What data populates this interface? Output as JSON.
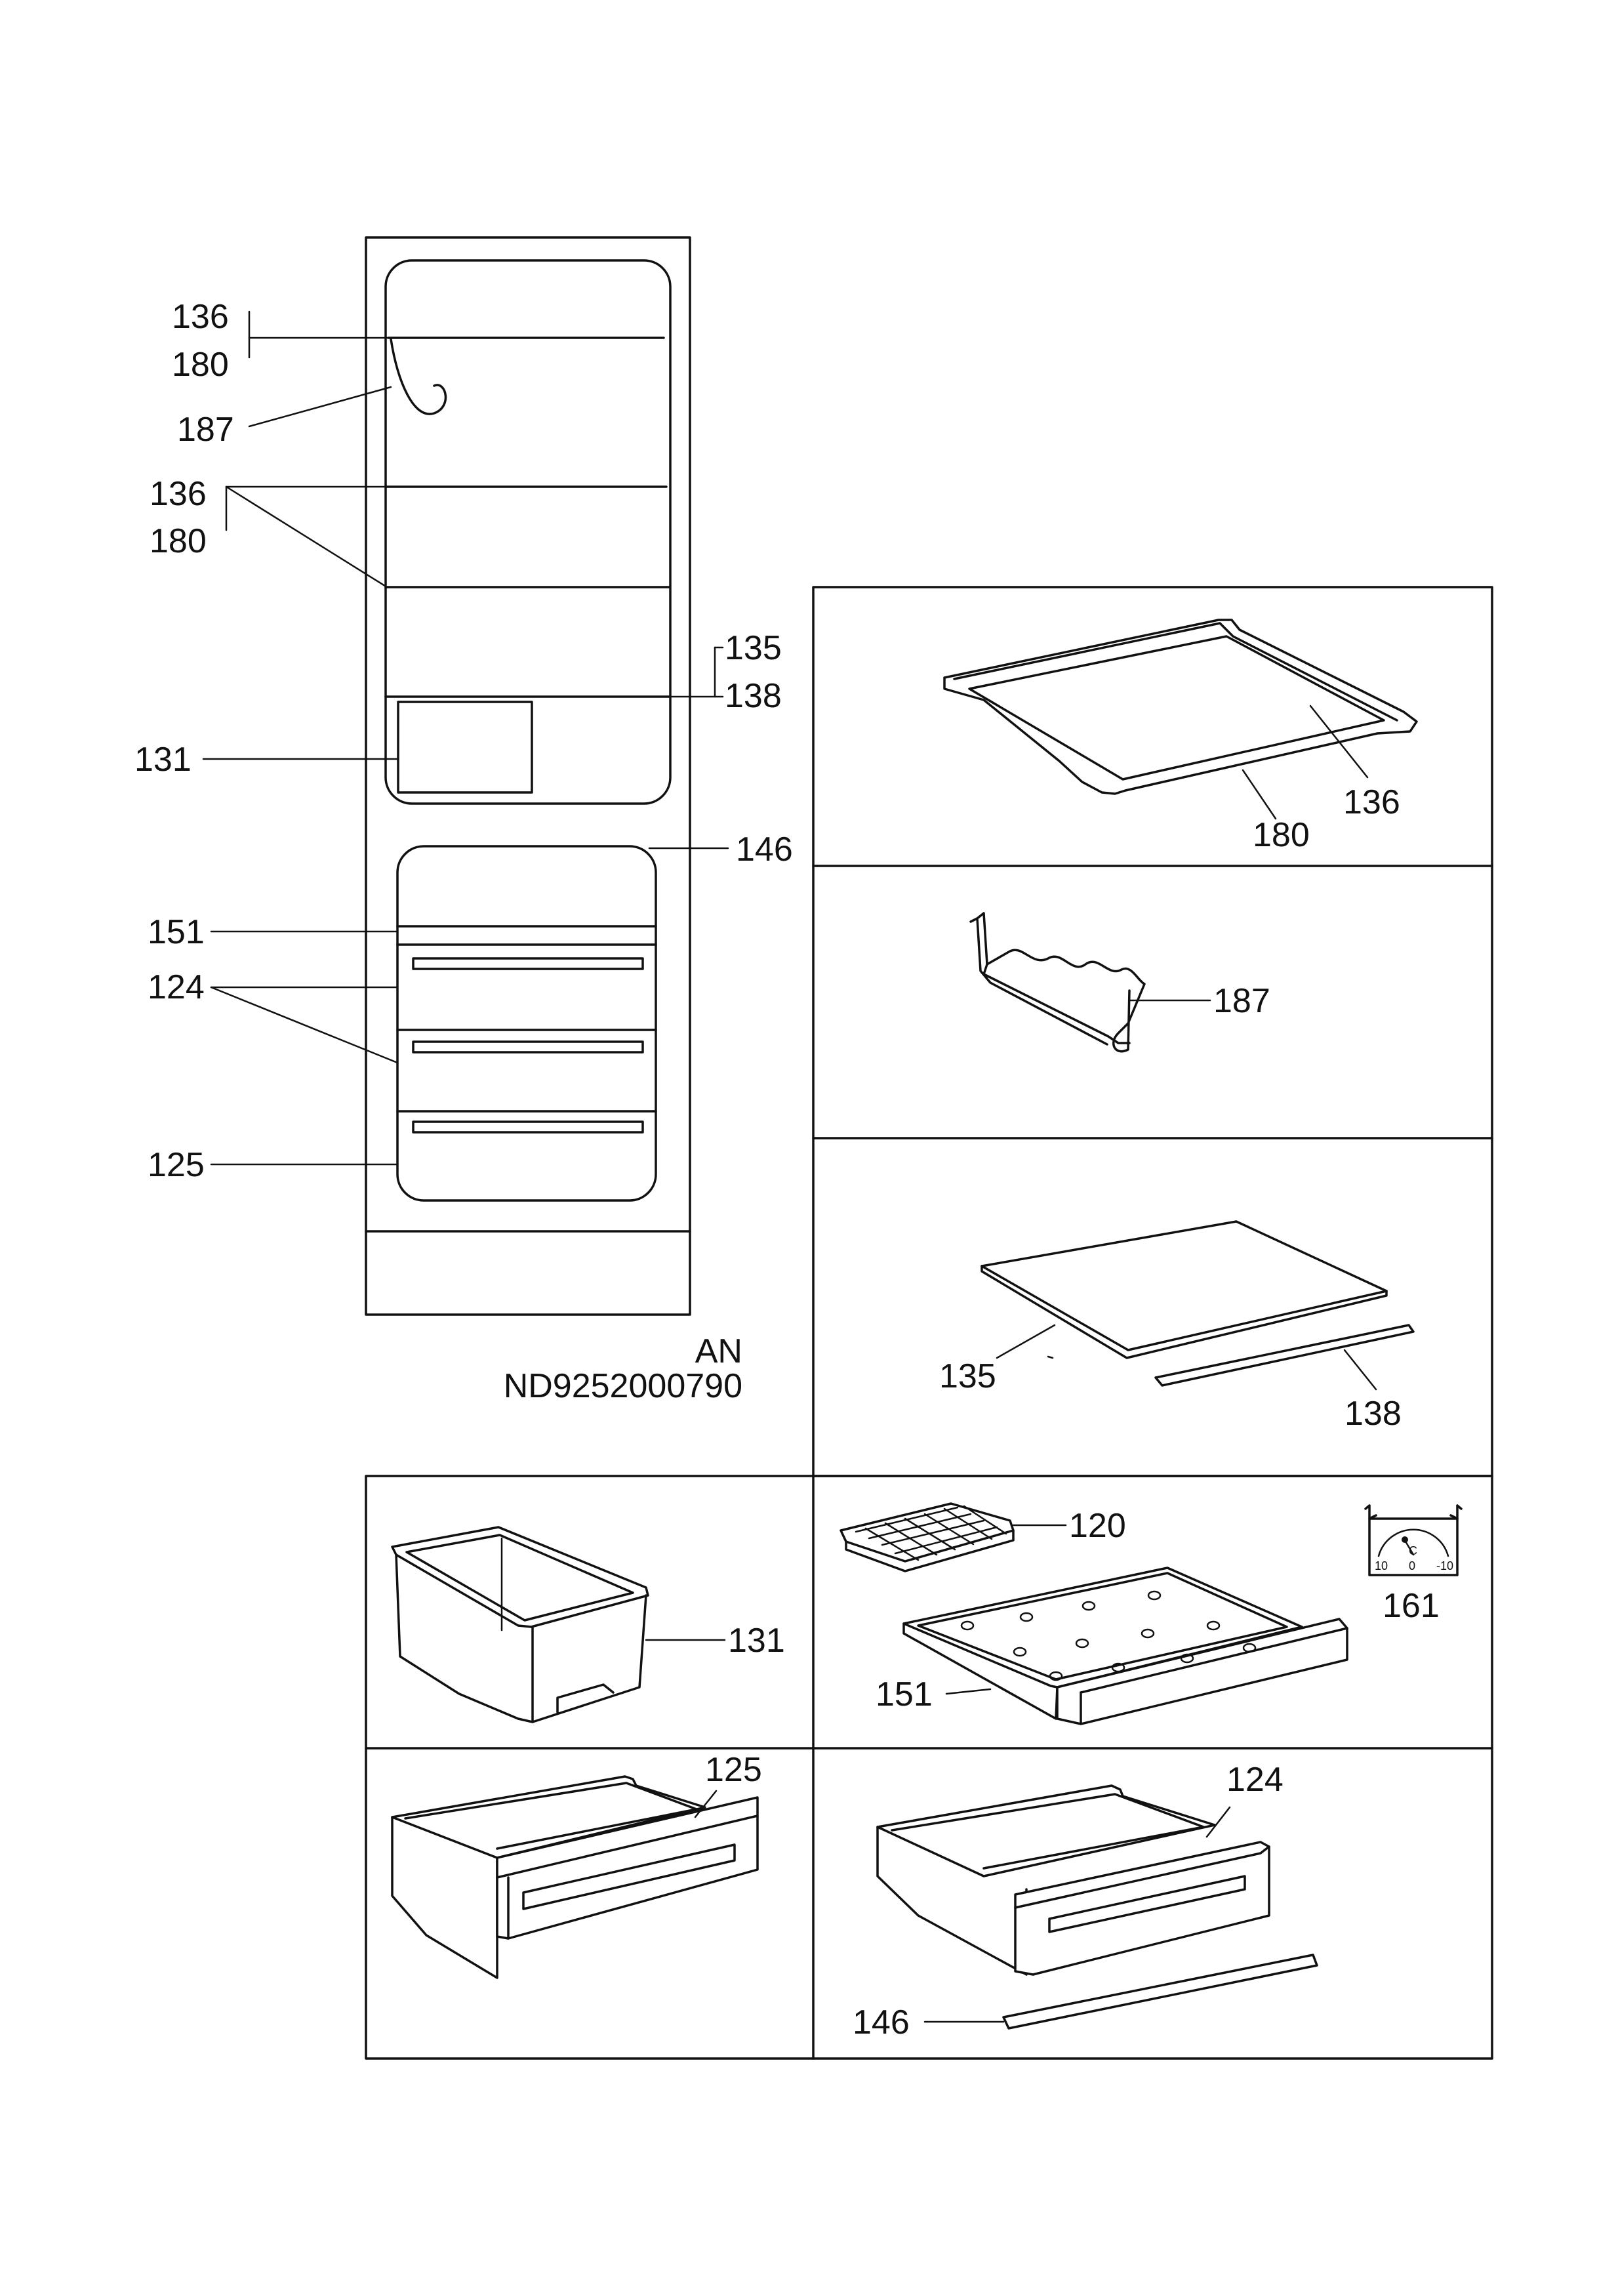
{
  "diagram": {
    "model": "AN",
    "code": "ND9252000790",
    "colors": {
      "line": "#111111",
      "background": "#ffffff"
    },
    "cabinet_labels": {
      "shelf_top_a": "136",
      "shelf_top_b": "180",
      "bottle_rack": "187",
      "shelf_mid_a": "136",
      "shelf_mid_b": "180",
      "cover_a": "135",
      "cover_b": "138",
      "crisper": "131",
      "freezer_door": "146",
      "freezer_tray": "151",
      "drawers": "124",
      "bottom_drawer": "125"
    },
    "part_labels": {
      "shelf_glass": "136",
      "shelf_frame": "180",
      "bottle_rack": "187",
      "cover_glass": "135",
      "cover_strip": "138",
      "crisper": "131",
      "ice_tray": "120",
      "thermometer": "161",
      "thermometer_scale_left": "10",
      "thermometer_scale_mid": "0",
      "thermometer_scale_right": "-10",
      "thermometer_unit": "C",
      "freezer_tray": "151",
      "bottom_drawer": "125",
      "drawer": "124",
      "flap_strip": "146"
    }
  }
}
